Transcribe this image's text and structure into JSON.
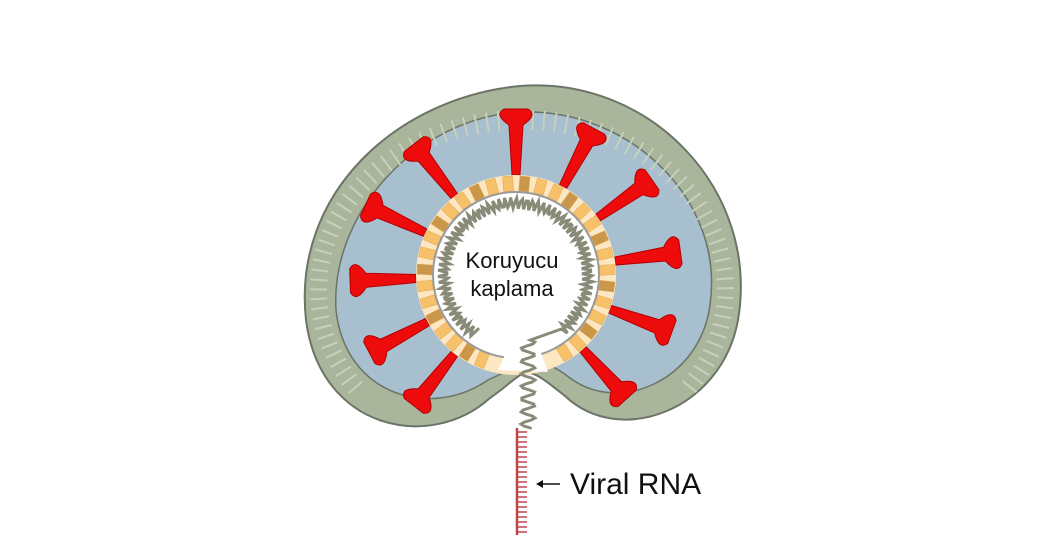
{
  "labels": {
    "inner_line1": "Koruyucu",
    "inner_line2": "kaplama",
    "rna": "Viral RNA"
  },
  "colors": {
    "outer_shell": "#a9b69b",
    "outer_shell_stripe": "#c7d0bc",
    "outer_stroke": "#6b7466",
    "cytoplasm": "#a8bfd0",
    "spike": "#ee0b0b",
    "capsid_light": "#f7c16a",
    "capsid_dark": "#c9964a",
    "inner_fill": "#ffffff",
    "coil": "#8a8a78",
    "rna": "#c0434a"
  },
  "icons": {
    "arrow": "left-arrow-icon"
  }
}
